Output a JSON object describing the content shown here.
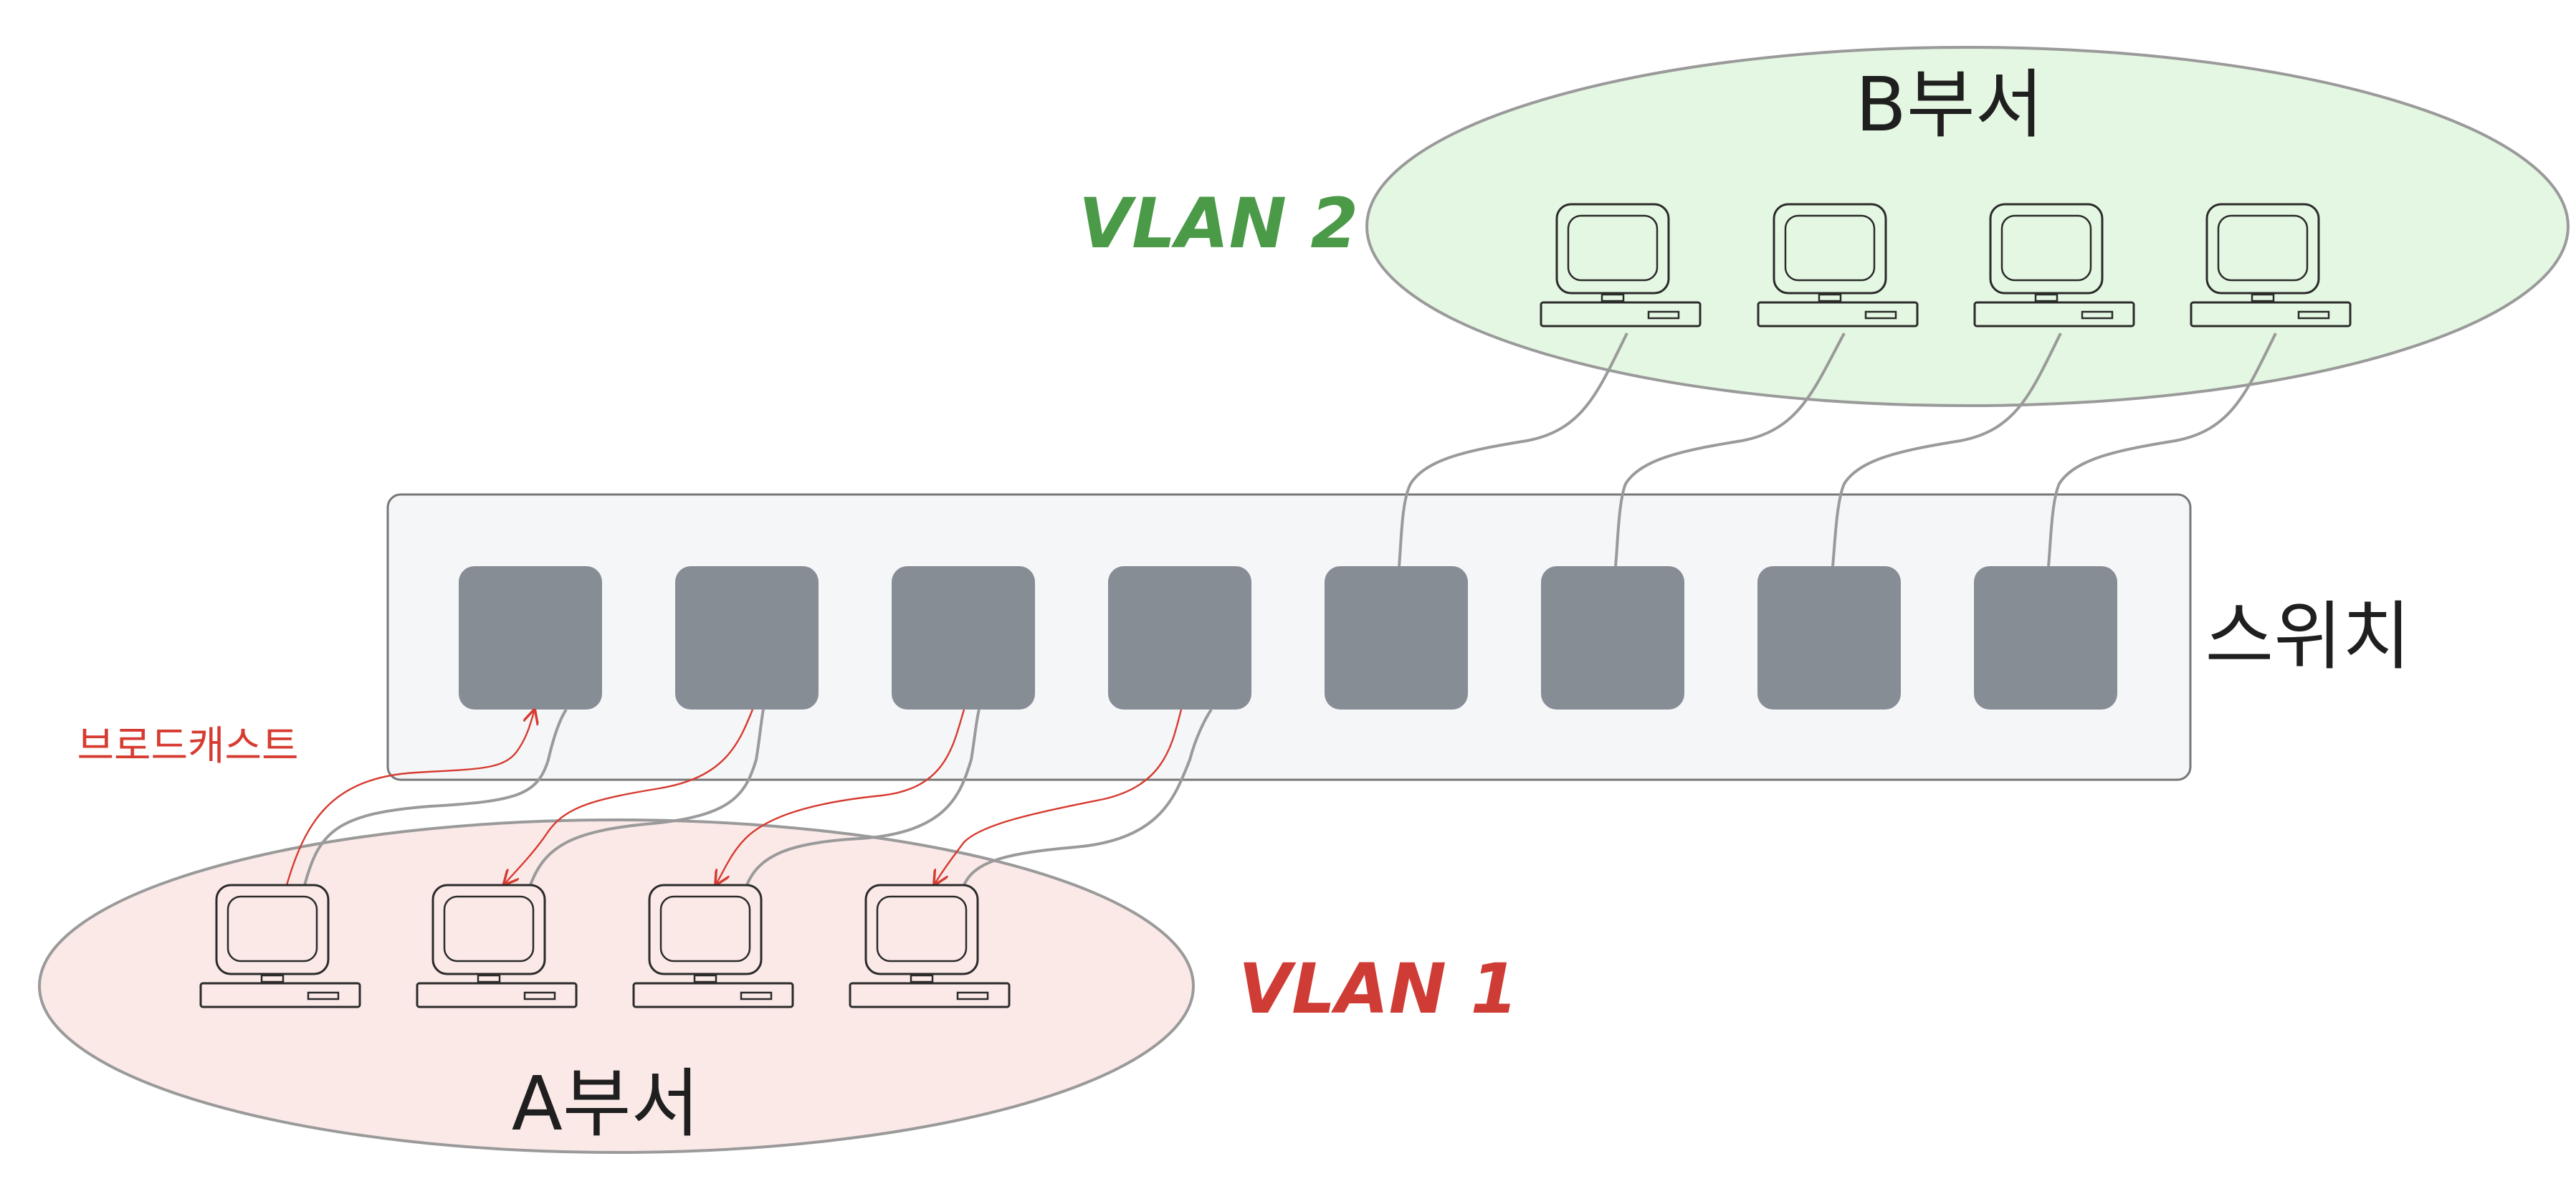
{
  "groups": {
    "b": {
      "title": "B부서",
      "vlan": "VLAN 2",
      "fill": "#e4f7e2",
      "vlan_color": "#4a9a48"
    },
    "a": {
      "title": "A부서",
      "vlan": "VLAN 1",
      "fill": "#fbe9e8",
      "vlan_color": "#cf3c35"
    }
  },
  "switch": {
    "label": "스위치",
    "port_count": 8,
    "port_color": "#878d95",
    "body_fill": "#f5f6f8"
  },
  "broadcast": {
    "label": "브로드캐스트",
    "color": "#d63b30"
  },
  "colors": {
    "cable": "#9a9a9a",
    "outline": "#4a4a4a",
    "text": "#1f1f1f"
  }
}
